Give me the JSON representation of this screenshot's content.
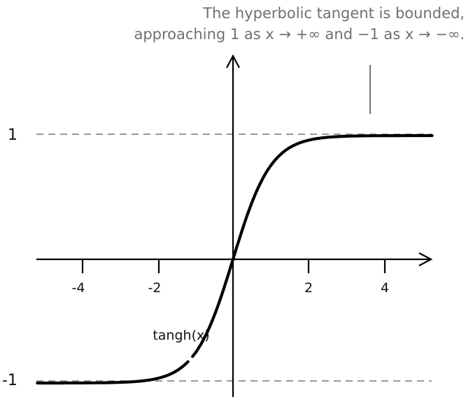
{
  "annotation": {
    "line1": "The hyperbolic tangent is bounded,",
    "line2": "approaching 1 as x → +∞ and −1 as x → −∞."
  },
  "labels": {
    "y_upper": "1",
    "y_lower": "-1",
    "curve": "tangh(x)",
    "x_ticks": [
      "-4",
      "-2",
      "2",
      "4"
    ]
  },
  "colors": {
    "curve": "#000000",
    "axes": "#000000",
    "asymptote": "#999999",
    "annotation_text": "#707070",
    "annotation_pointer": "#707070"
  },
  "chart_data": {
    "type": "line",
    "title": "",
    "annotation": "The hyperbolic tangent is bounded, approaching 1 as x → +∞ and −1 as x → −∞.",
    "xlabel": "",
    "ylabel": "",
    "xlim": [
      -5.2,
      5.2
    ],
    "ylim": [
      -1.05,
      1.05
    ],
    "x_ticks": [
      -4,
      -2,
      2,
      4
    ],
    "y_ticks": [
      -1,
      1
    ],
    "grid": false,
    "asymptotes": [
      {
        "y": 1,
        "style": "dashed"
      },
      {
        "y": -1,
        "style": "dashed"
      }
    ],
    "series": [
      {
        "name": "tangh(x)",
        "function": "tanh(x)",
        "x": [
          -5,
          -4,
          -3,
          -2,
          -1.5,
          -1,
          -0.5,
          0,
          0.5,
          1,
          1.5,
          2,
          3,
          4,
          5
        ],
        "values": [
          -0.9999,
          -0.9993,
          -0.9951,
          -0.964,
          -0.9051,
          -0.7616,
          -0.4621,
          0,
          0.4621,
          0.7616,
          0.9051,
          0.964,
          0.9951,
          0.9993,
          0.9999
        ]
      }
    ]
  }
}
